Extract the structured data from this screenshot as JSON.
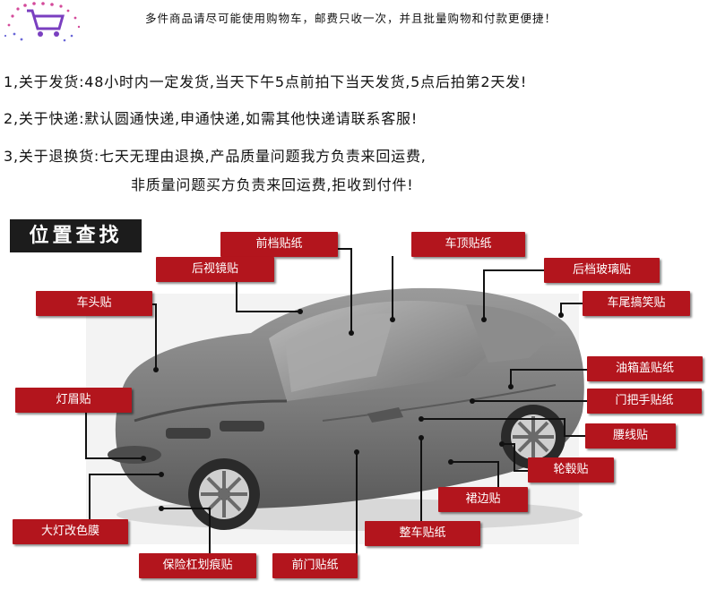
{
  "header": {
    "tagline": "多件商品请尽可能使用购物车，邮费只收一次，并且批量购物和付款更便捷！",
    "logo_icon": "shopping-cart-icon"
  },
  "notices": [
    "1,关于发货:48小时内一定发货,当天下午5点前拍下当天发货,5点后拍第2天发!",
    "2,关于快递:默认圆通快递,申通快递,如需其他快递请联系客服!",
    "3,关于退换货:七天无理由退换,产品质量问题我方负责来回运费,",
    "非质量问题买方负责来回运费,拒收到付件!"
  ],
  "locator": {
    "title": "位置查找",
    "labels": {
      "front_windshield": "前档贴纸",
      "roof": "车顶贴纸",
      "mirror": "后视镜贴",
      "rear_glass": "后档玻璃贴",
      "hood": "车头贴",
      "tail": "车尾搞笑贴",
      "fuel_cap": "油箱盖贴纸",
      "headlight_brow": "灯眉贴",
      "door_handle": "门把手贴纸",
      "waistline": "腰线贴",
      "wheel_hub": "轮毂贴",
      "side_skirt": "裙边贴",
      "headlight_film": "大灯改色膜",
      "full_car": "整车贴纸",
      "bumper": "保险杠划痕贴",
      "front_door": "前门贴纸"
    }
  },
  "colors": {
    "tag": "#b3151d",
    "title_bg": "#1c1c1c"
  }
}
